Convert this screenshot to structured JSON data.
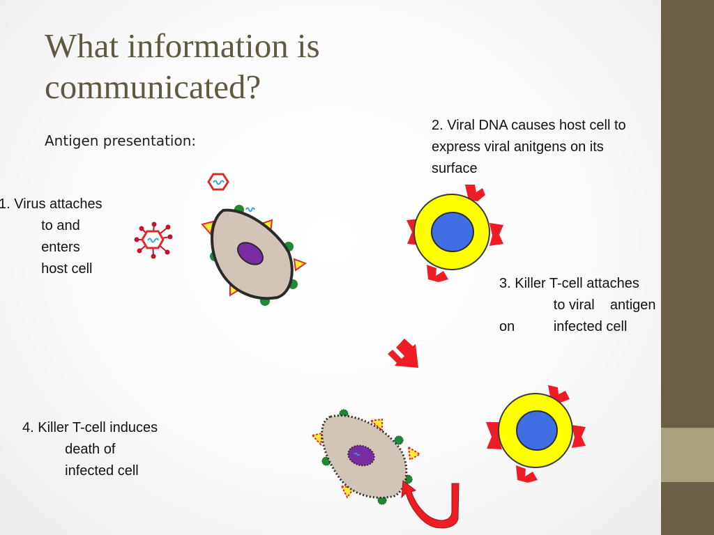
{
  "slide": {
    "title": "What information is communicated?",
    "subtitle": "Antigen presentation:"
  },
  "steps": {
    "step1": "1. Virus attaches\n           to and\n           enters\n           host cell",
    "step2": "2. Viral DNA causes host cell to\nexpress viral anitgens on its\nsurface",
    "step3": "3. Killer T-cell attaches\n              to viral    antigen\non          infected cell",
    "step4": "4. Killer T-cell induces\n           death of\n           infected cell"
  },
  "colors": {
    "sidebar": "#6b6047",
    "sidebar_accent": "#a7a17f",
    "title": "#5f5942",
    "host_cell": "#d2c4b6",
    "nucleus": "#7a2da2",
    "t_cell_outer": "#ffff00",
    "t_cell_inner": "#3f6fe3",
    "receptor": "#ee1c24",
    "antigen_green": "#1f8a35",
    "antigen_yellow": "#ffee33",
    "viral_dna": "#29a9e0"
  }
}
